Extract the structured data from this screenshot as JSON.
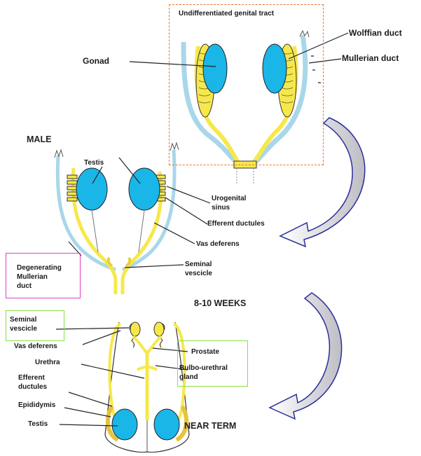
{
  "colors": {
    "gonad": "#1ab6e8",
    "wolffian": "#f7e84a",
    "mullerian": "#a9d7ea",
    "outline": "#333333",
    "undiff_box": "#e8772e",
    "degenerating_box": "#e040c8",
    "green_box": "#88e044",
    "arrow_fill": "#c9c9cf",
    "arrow_edge": "#2a2f9a"
  },
  "undifferentiated": {
    "title": "Undifferentiated genital tract",
    "gonad": "Gonad",
    "wolffian_duct": "Wolffian duct",
    "mullerian_duct": "Mullerian duct"
  },
  "male": {
    "title": "MALE",
    "testis": "Testis",
    "urogenital_sinus": [
      "Urogenital",
      "sinus"
    ],
    "efferent_ductules": "Efferent ductules",
    "vas_deferens": "Vas deferens",
    "degenerating_mullerian": [
      "Degenerating",
      "Mullerian",
      "duct"
    ],
    "seminal_vesicle": [
      "Seminal",
      "vescicle"
    ],
    "stage": "8-10 WEEKS"
  },
  "near_term": {
    "seminal_vesicle": [
      "Seminal",
      "vescicle"
    ],
    "vas_deferens": "Vas deferens",
    "urethra": "Urethra",
    "efferent_ductules": [
      "Efferent",
      "ductules"
    ],
    "epididymis": "Epididymis",
    "testis": "Testis",
    "prostate": "Prostate",
    "bulbo_urethral": [
      "Bulbo-urethral",
      "gland"
    ],
    "stage": "NEAR TERM"
  }
}
